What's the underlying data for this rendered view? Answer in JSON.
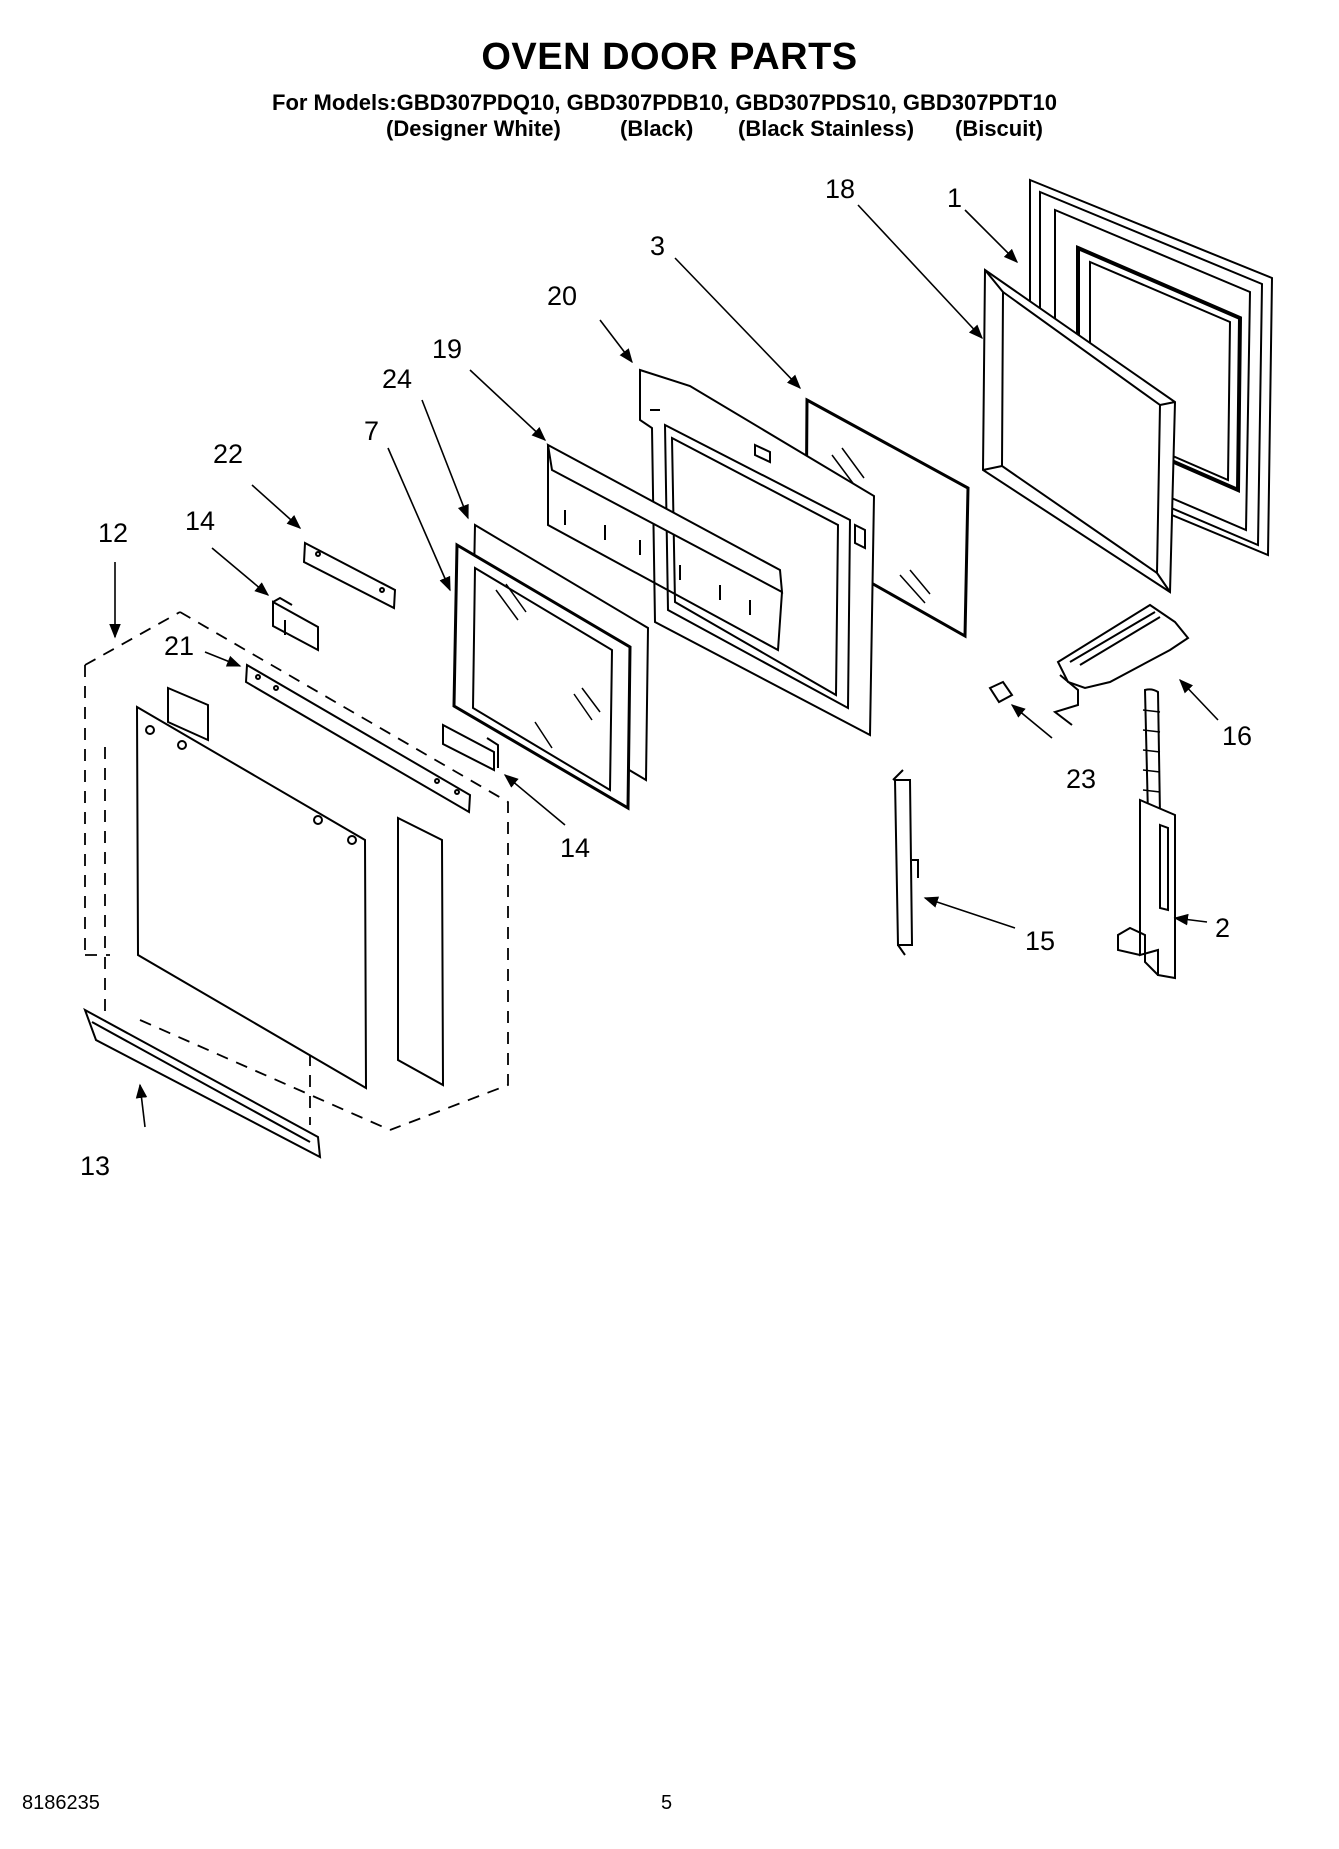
{
  "header": {
    "title": "OVEN DOOR PARTS",
    "models_line": "For Models:GBD307PDQ10, GBD307PDB10, GBD307PDS10, GBD307PDT10",
    "variants": [
      "(Designer White)",
      "(Black)",
      "(Black Stainless)",
      "(Biscuit)"
    ]
  },
  "callouts": [
    "1",
    "2",
    "3",
    "7",
    "12",
    "13",
    "14",
    "14",
    "15",
    "16",
    "18",
    "19",
    "20",
    "21",
    "22",
    "23",
    "24"
  ],
  "footer": {
    "doc_number": "8186235",
    "page_number": "5"
  }
}
